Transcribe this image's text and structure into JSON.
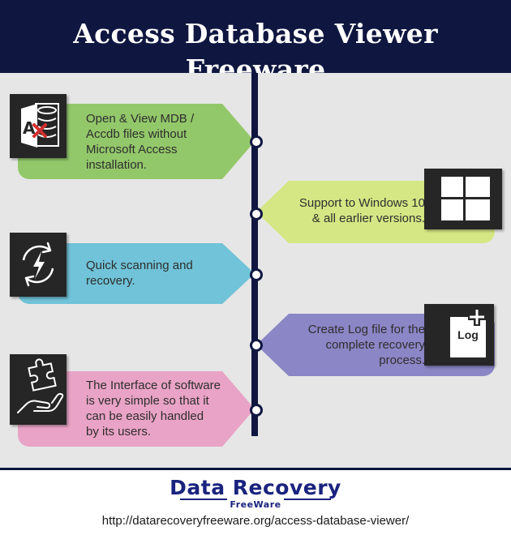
{
  "header": {
    "title": "Access Database Viewer Freeware"
  },
  "features": [
    {
      "text": [
        "Open & View MDB /",
        "Accdb files without",
        "Microsoft Access",
        "installation."
      ],
      "color": "#93c86a",
      "icon": "access-database-icon"
    },
    {
      "text": [
        "Support to Windows 10",
        "& all earlier versions."
      ],
      "color": "#d5e784",
      "icon": "windows-logo-icon"
    },
    {
      "text": [
        "Quick scanning and",
        "recovery."
      ],
      "color": "#70c3d8",
      "icon": "quick-scan-refresh-icon"
    },
    {
      "text": [
        "Create Log file for the",
        "complete recovery",
        "process."
      ],
      "color": "#8b86c6",
      "icon": "log-file-add-icon",
      "icon_label": "Log"
    },
    {
      "text": [
        "The Interface of software",
        "is very simple so that it",
        "can be easily handled",
        "by its users."
      ],
      "color": "#e9a3c6",
      "icon": "hand-puzzle-icon"
    }
  ],
  "footer": {
    "logo_main": "Data Recovery",
    "logo_sub": "FreeWare",
    "url": "http://datarecoveryfreeware.org/access-database-viewer/"
  },
  "colors": {
    "navy": "#0f1740",
    "panel_bg": "#e6e6e6",
    "icon_bg": "#262626",
    "logo": "#1a237e"
  }
}
